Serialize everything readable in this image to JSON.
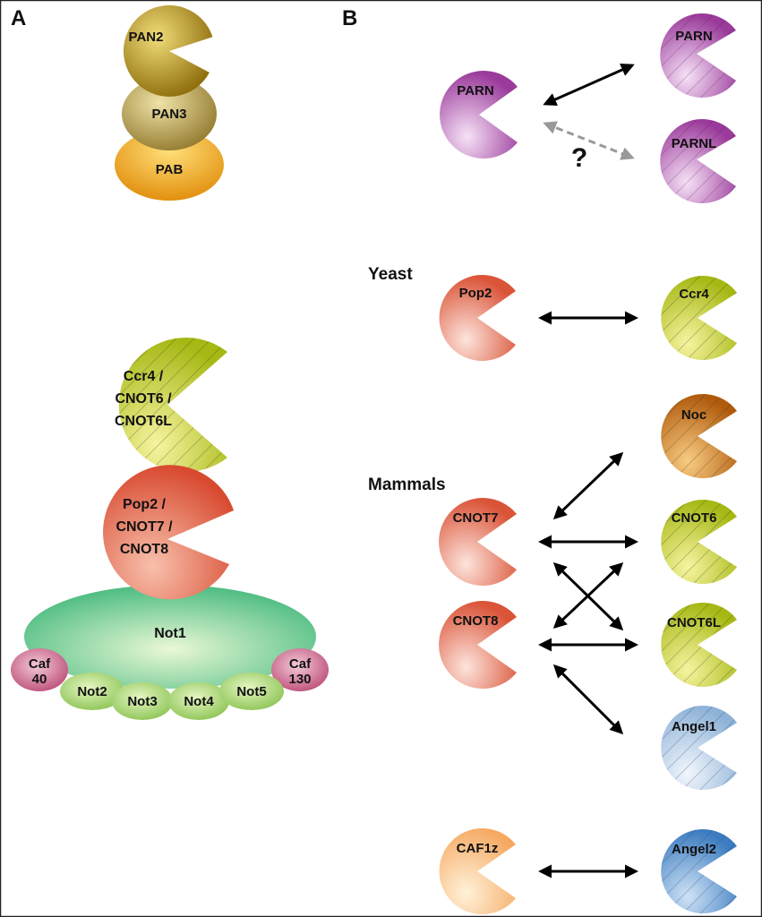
{
  "panels": {
    "a": "A",
    "b": "B"
  },
  "panel_a": {
    "pan2": "PAN2",
    "pan3": "PAN3",
    "pab": "PAB",
    "ccr4": [
      "Ccr4 /",
      "CNOT6 /",
      "CNOT6L"
    ],
    "pop2": [
      "Pop2 /",
      "CNOT7 /",
      "CNOT8"
    ],
    "not1": "Not1",
    "caf40": [
      "Caf",
      "40"
    ],
    "caf130": [
      "Caf",
      "130"
    ],
    "not2": "Not2",
    "not3": "Not3",
    "not4": "Not4",
    "not5": "Not5"
  },
  "panel_b": {
    "parn_left": "PARN",
    "parn_right": "PARN",
    "parnl": "PARNL",
    "question": "?",
    "yeast": "Yeast",
    "pop2": "Pop2",
    "ccr4": "Ccr4",
    "mammals": "Mammals",
    "cnot7": "CNOT7",
    "cnot8": "CNOT8",
    "noc": "Noc",
    "cnot6": "CNOT6",
    "cnot6l": "CNOT6L",
    "angel1": "Angel1",
    "caf1z": "CAF1z",
    "angel2": "Angel2"
  },
  "colors": {
    "pan2": "#b9961c",
    "pan3": "#b7a04a",
    "pab": "#f2a514",
    "parn": "#a84aa8",
    "deadenylase_red": "#e2664a",
    "ccr4_green": "#b6c820",
    "not1_green": "#5cc68a",
    "not_small_green": "#96cc5e",
    "caf_pink": "#c4567e",
    "noc": "#c86a14",
    "angel1": "#a8c4e0",
    "angel2": "#5c96cc",
    "caf1z": "#f6b070"
  }
}
